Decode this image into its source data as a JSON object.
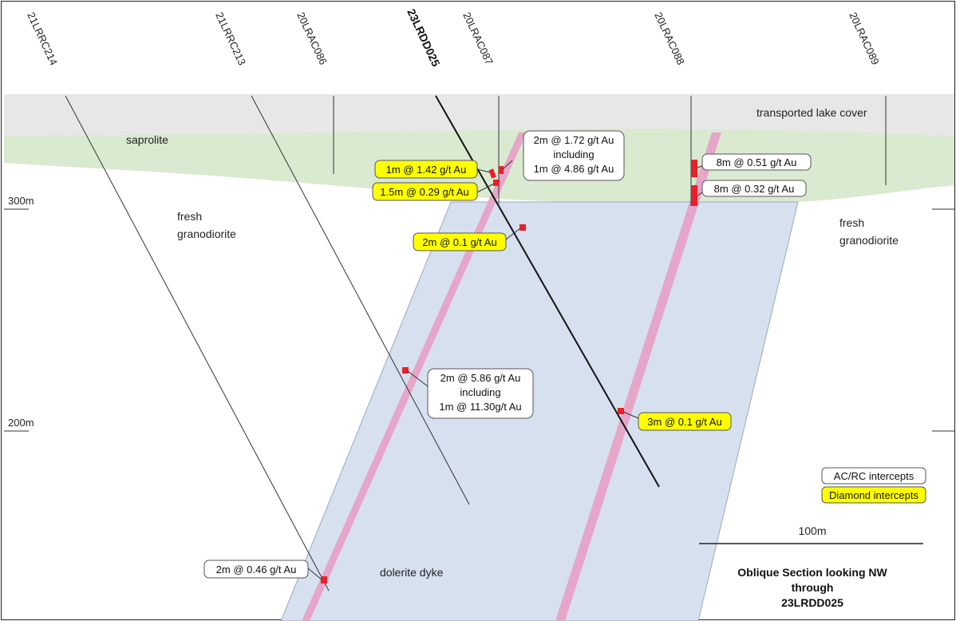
{
  "drillholes": [
    {
      "name": "21LRRC214",
      "bold": false
    },
    {
      "name": "21LRRC213",
      "bold": false
    },
    {
      "name": "20LRAC086",
      "bold": false
    },
    {
      "name": "23LRDD025",
      "bold": true
    },
    {
      "name": "20LRAC087",
      "bold": false
    },
    {
      "name": "20LRAC088",
      "bold": false
    },
    {
      "name": "20LRAC089",
      "bold": false
    }
  ],
  "geology_labels": {
    "transported_cover": "transported lake cover",
    "saprolite": "saprolite",
    "fresh_left_1": "fresh",
    "fresh_left_2": "granodiorite",
    "fresh_right_1": "fresh",
    "fresh_right_2": "granodiorite",
    "dyke": "dolerite dyke"
  },
  "elevations": {
    "upper": "300m",
    "lower": "200m"
  },
  "intercepts": {
    "ac_087_line1": "2m @ 1.72 g/t Au",
    "ac_087_line2": "including",
    "ac_087_line3": "1m @ 4.86 g/t Au",
    "dd_1_42": "1m @ 1.42 g/t Au",
    "dd_0_29": "1.5m @ 0.29 g/t Au",
    "dd_0_1_upper": "2m @ 0.1 g/t Au",
    "ac_088_a": "8m @ 0.51 g/t Au",
    "ac_088_b": "8m @ 0.32 g/t Au",
    "rc_213_line1": "2m @ 5.86 g/t Au",
    "rc_213_line2": "including",
    "rc_213_line3": "1m @ 11.30g/t Au",
    "dd_0_1_lower": "3m @ 0.1 g/t Au",
    "rc_214": "2m @ 0.46 g/t Au"
  },
  "legend": {
    "ac_rc": "AC/RC intercepts",
    "diamond": "Diamond intercepts"
  },
  "scale_bar": "100m",
  "title": {
    "line1": "Oblique Section looking NW",
    "line2": "through",
    "line3": "23LRDD025"
  },
  "colors": {
    "cover": "#e7e7e7",
    "saprolite": "#d9ead0",
    "dyke": "#d6e0ee",
    "ore_zone": "#e6a6c9",
    "intercept": "#e8202a",
    "diamond_box": "#ffff00"
  }
}
